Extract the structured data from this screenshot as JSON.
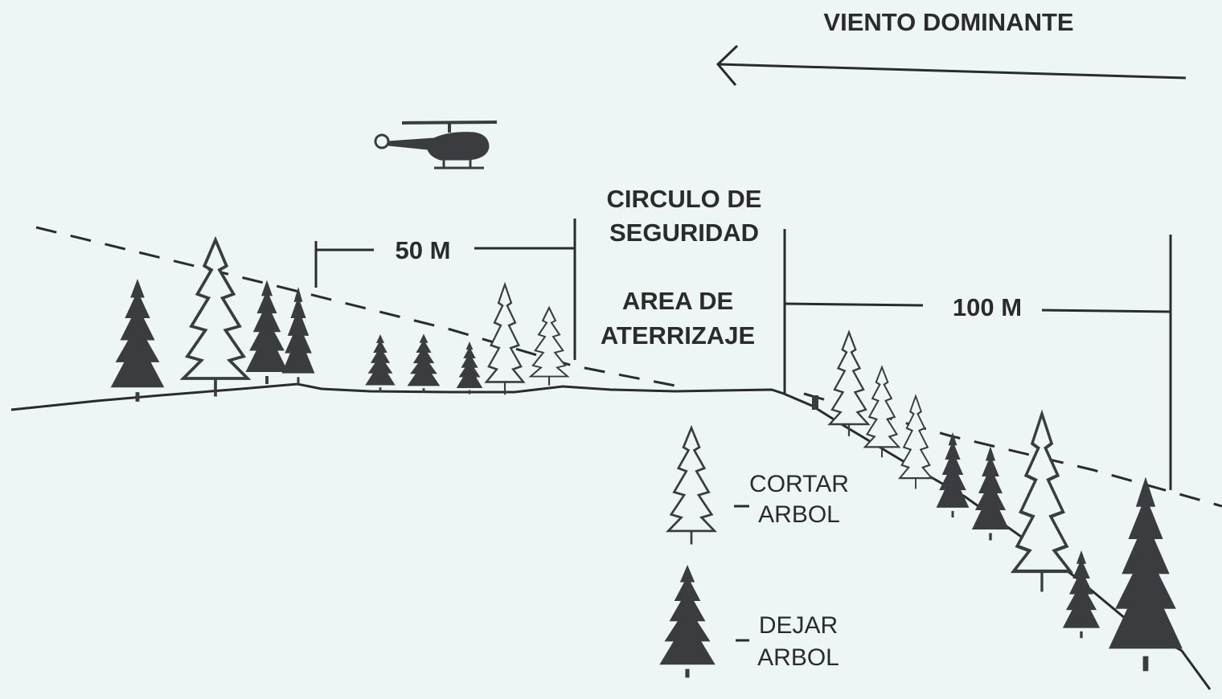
{
  "wind": {
    "label": "VIENTO DOMINANTE"
  },
  "dimensions": {
    "left": "50 M",
    "right": "100 M"
  },
  "safety_circle": {
    "line1": "CIRCULO DE",
    "line2": "SEGURIDAD"
  },
  "landing_area": {
    "line1": "AREA DE",
    "line2": "ATERRIZAJE"
  },
  "legend": {
    "cut": {
      "line1": "CORTAR",
      "line2": "ARBOL"
    },
    "keep": {
      "line1": "DEJAR",
      "line2": "ARBOL"
    }
  },
  "colors": {
    "background": "#eef6f5",
    "ink": "#2b2b2b",
    "dark_tree": "#3a3c40"
  }
}
